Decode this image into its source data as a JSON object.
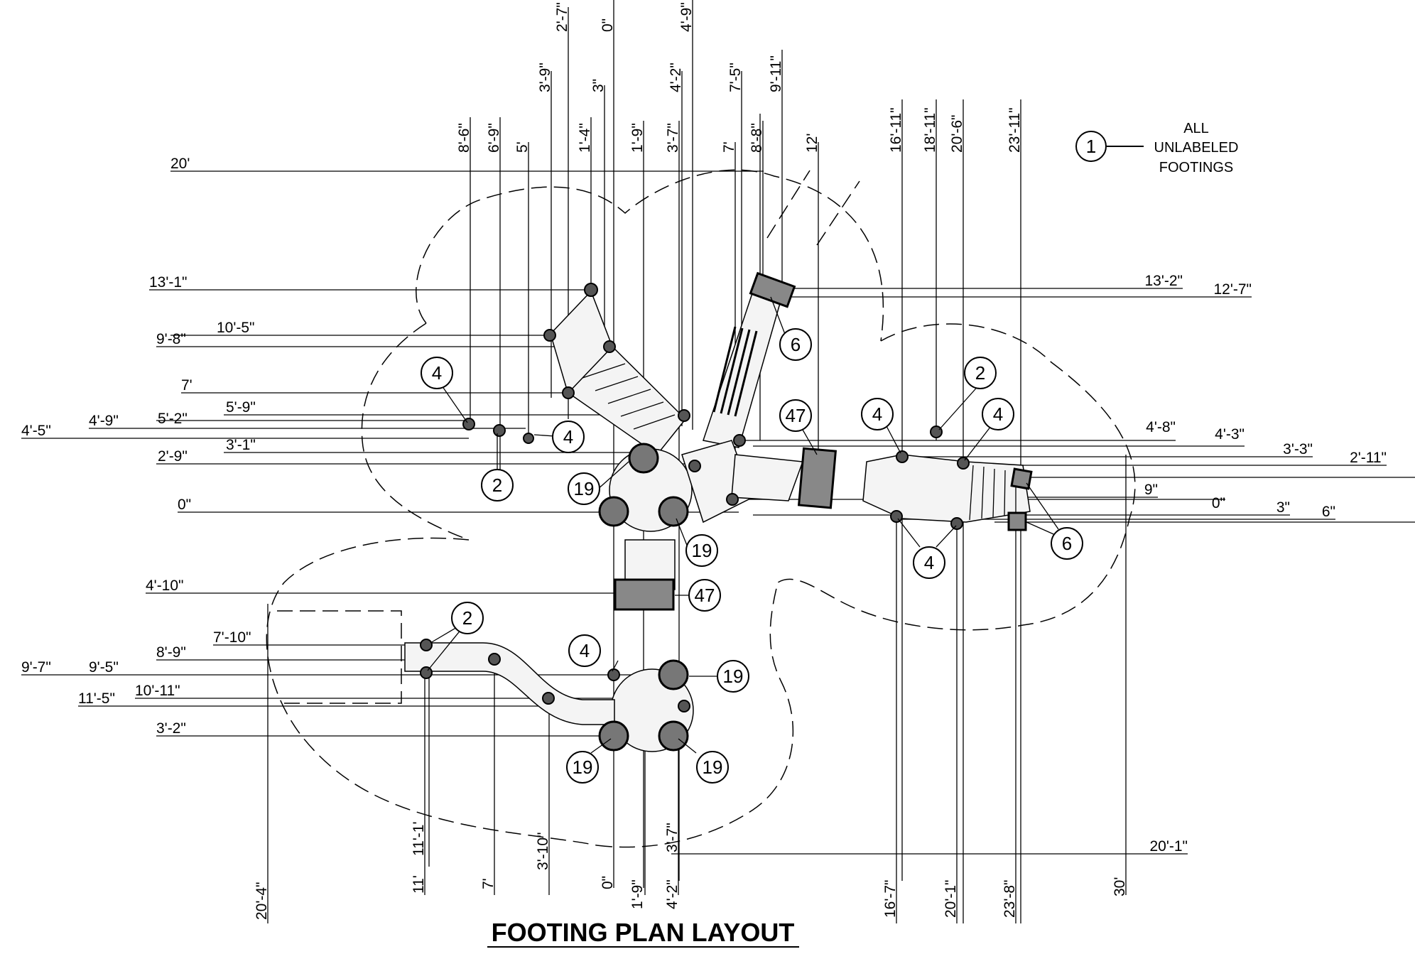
{
  "title": "FOOTING PLAN LAYOUT",
  "legend": {
    "tag": "1",
    "lines": [
      "ALL",
      "UNLABELED",
      "FOOTINGS"
    ]
  },
  "dims": {
    "top": [
      "2'-7\"",
      "0\"",
      "4'-9\"",
      "3'-9\"",
      "3\"",
      "4'-2\"",
      "7'-5\"",
      "9'-11\"",
      "8'-6\"",
      "6'-9\"",
      "5'",
      "1'-4\"",
      "1'-9\"",
      "3'-7\"",
      "7'",
      "8'-8\"",
      "12'",
      "16'-11\"",
      "18'-11\"",
      "20'-6\"",
      "23'-11\""
    ],
    "bottom": [
      "20'-4\"",
      "11'",
      "11'-1'",
      "7'",
      "3'-10\"",
      "0\"",
      "1'-9\"",
      "3'-7\"",
      "4'-2\"",
      "16'-7\"",
      "20'-1\"",
      "23'-8\"",
      "30'"
    ],
    "left": [
      "20'",
      "13'-1\"",
      "10'-5\"",
      "9'-8\"",
      "7'",
      "5'-9\"",
      "5'-2\"",
      "4'-9\"",
      "4'-5\"",
      "3'-1\"",
      "2'-9\"",
      "0\"",
      "4'-10\"",
      "7'-10\"",
      "8'-9\"",
      "9'-7\"",
      "9'-5\"",
      "10'-11\"",
      "11'-5\"",
      "3'-2\""
    ],
    "right": [
      "13'-2\"",
      "12'-7\"",
      "4'-8\"",
      "4'-3\"",
      "3'-3\"",
      "2'-11\"",
      "9\"",
      "0\"",
      "3\"",
      "6\"",
      "20'-1\""
    ]
  },
  "tags": [
    "4",
    "4",
    "2",
    "19",
    "19",
    "47",
    "47",
    "6",
    "6",
    "2",
    "4",
    "4",
    "4",
    "2",
    "4",
    "19",
    "19",
    "19"
  ]
}
